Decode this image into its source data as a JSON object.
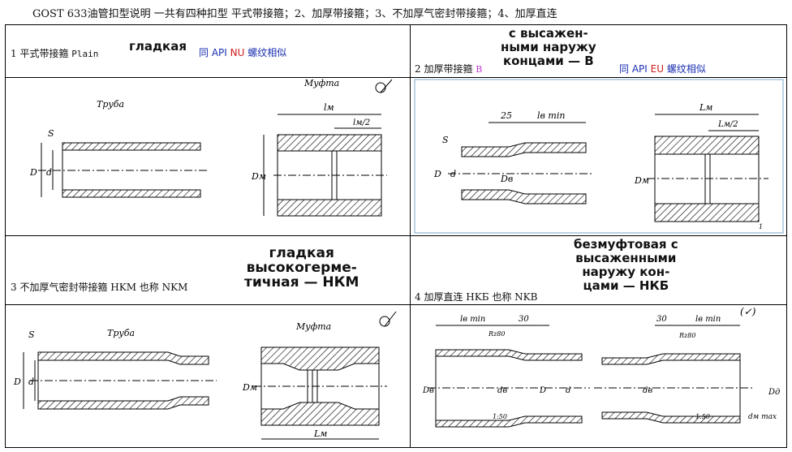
{
  "title": "GOST 633油管扣型说明 一共有四种扣型 平式带接箍；2、加厚带接箍；3、不加厚气密封带接箍；4、加厚直连",
  "panels": [
    {
      "caption": "1 平式带接箍",
      "caption_latin": "Plain",
      "ru_label": "гладкая",
      "note_prefix": "同 API",
      "note_code": "NU",
      "note_suffix": "螺纹相似",
      "drawing": {
        "pipe_label": "Труба",
        "coupling_label": "Муфта",
        "dims": [
          "S",
          "D",
          "d",
          "lм",
          "lм/2",
          "Dм"
        ]
      }
    },
    {
      "caption": "2 加厚带接箍",
      "caption_latin": "B",
      "ru_label_lines": [
        "с высажен-",
        "ными наружу",
        "концами — В"
      ],
      "note_prefix": "同 API",
      "note_code": "EU",
      "note_suffix": "螺纹相似",
      "drawing": {
        "dims": [
          "25",
          "lв min",
          "Lм",
          "Lм/2",
          "S",
          "D",
          "d",
          "Dв",
          "Dм",
          "1"
        ]
      }
    },
    {
      "caption": "3 不加厚气密封带接箍 HKM 也称 NKM",
      "ru_label_lines": [
        "гладкая",
        "высокогерме-",
        "тичная — НКМ"
      ],
      "drawing": {
        "pipe_label": "Труба",
        "coupling_label": "Муфта",
        "dims": [
          "S",
          "D",
          "d",
          "Dм",
          "Lм"
        ]
      }
    },
    {
      "caption": "4 加厚直连 HKБ 也称 NKB",
      "ru_label_lines": [
        "безмуфтовая с",
        "высаженными",
        "наружу кон-",
        "цами — НКБ"
      ],
      "drawing": {
        "dims": [
          "lв min",
          "30",
          "Rz80",
          "Dв",
          "dв",
          "D",
          "d",
          "1:50",
          "dм max",
          "Dд",
          "(✓)"
        ]
      }
    }
  ]
}
